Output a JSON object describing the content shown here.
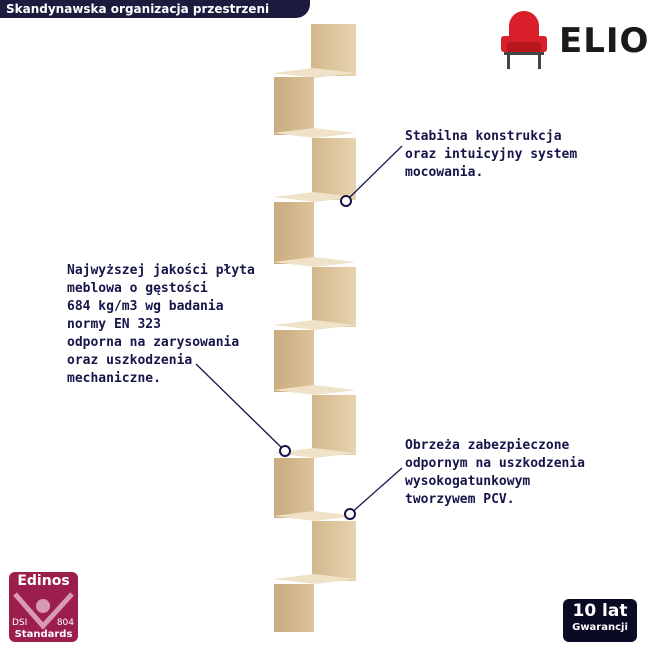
{
  "banner": {
    "text": "Skandynawska organizacja przestrzeni"
  },
  "brand": {
    "name": "ELIOR",
    "logo_icon": "armchair-icon",
    "accent": "#d81f2a"
  },
  "callouts": {
    "top": {
      "lines": [
        "Stabilna konstrukcja",
        "oraz intuicyjny system",
        "mocowania."
      ]
    },
    "left": {
      "lines": [
        "Najwyższej jakości płyta",
        "meblowa o gęstości",
        "684 kg/m3 wg badania",
        "normy EN 323",
        "odporna na zarysowania",
        "oraz uszkodzenia",
        "mechaniczne."
      ]
    },
    "right": {
      "lines": [
        "Obrzeża zabezpieczone",
        "odpornym na uszkodzenia",
        "wysokogatunkowym",
        "tworzywem PCV."
      ]
    }
  },
  "badges": {
    "certificate": {
      "top": "Edinos",
      "left": "DSI",
      "number": "804",
      "bottom": "Standards",
      "color": "#9c1e4d"
    },
    "warranty": {
      "top": "10 lat",
      "bottom": "Gwarancji",
      "color": "#0a0a24"
    }
  },
  "colors": {
    "text": "#15154a",
    "banner": "#1c1c3f",
    "wood": "#dcc39b"
  }
}
